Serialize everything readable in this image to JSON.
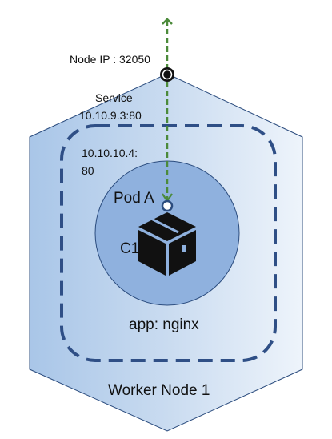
{
  "diagram": {
    "node_ip_label": "Node IP : 32050",
    "service": {
      "title": "Service",
      "address": "10.10.9.3:80"
    },
    "pod": {
      "ip_line1": "10.10.10.4:",
      "ip_line2": "80",
      "name": "Pod A",
      "container": "C1",
      "app_label": "app: nginx"
    },
    "node_name": "Worker Node 1"
  },
  "colors": {
    "hexagon_fill_dark": "#a9c6e8",
    "hexagon_fill_light": "#eef4fb",
    "hexagon_stroke": "#2b4c7e",
    "service_border": "#2f4f86",
    "pod_circle_fill": "#8fb1de",
    "pod_circle_stroke": "#2b4c7e",
    "traffic_arrow": "#4b8a3a",
    "box_icon": "#111111"
  },
  "icons": {
    "container": "box-icon",
    "node_port": "port-ring-icon",
    "pod_port": "pod-port-icon"
  }
}
